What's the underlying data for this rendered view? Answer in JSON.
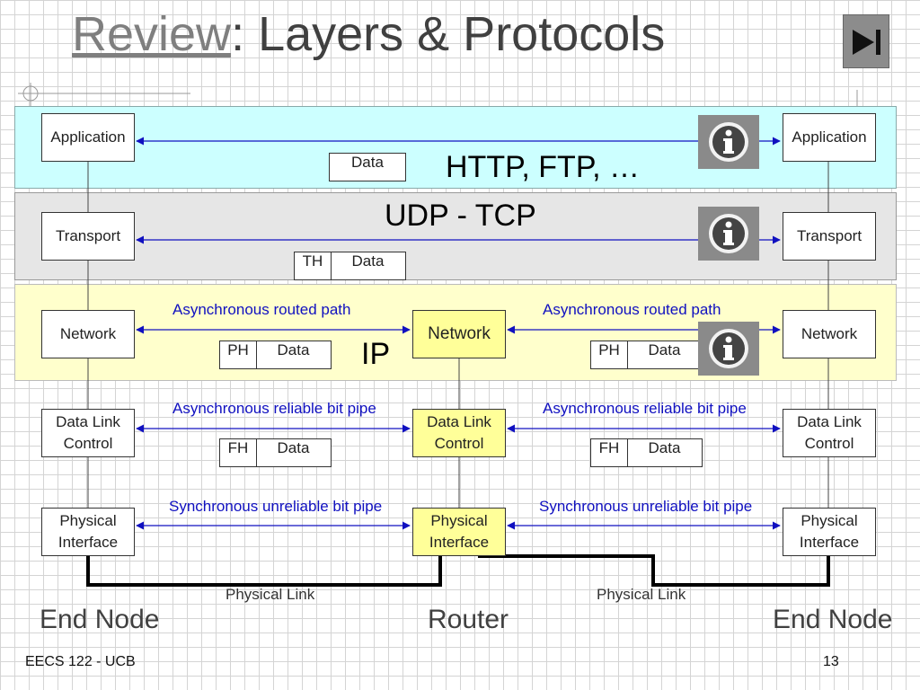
{
  "slide": {
    "title_link": "Review",
    "title_rest": ": Layers & Protocols",
    "footer_left": "EECS 122 - UCB",
    "page_number": "13"
  },
  "layers": {
    "application": "Application",
    "transport": "Transport",
    "network": "Network",
    "data_link": "Data Link Control",
    "physical": "Physical Interface"
  },
  "protocols": {
    "application": "HTTP, FTP, …",
    "transport": "UDP - TCP",
    "network": "IP"
  },
  "packets": {
    "data": "Data",
    "transport_header": "TH",
    "network_header": "PH",
    "link_header": "FH"
  },
  "links": {
    "network": "Asynchronous routed path",
    "data_link": "Asynchronous reliable bit pipe",
    "physical": "Synchronous unreliable bit pipe",
    "physical_link": "Physical Link"
  },
  "nodes": {
    "left": "End Node",
    "middle": "Router",
    "right": "End Node"
  },
  "colors": {
    "application_band": "#ccffff",
    "transport_band": "#e6e6e6",
    "network_band": "#ffffcc",
    "router_layer": "#ffff99",
    "link_label": "#1010c0",
    "info_icon": "#8a8a8a"
  },
  "icons": {
    "navigation": "next-slide-icon",
    "info": "info-icon"
  }
}
